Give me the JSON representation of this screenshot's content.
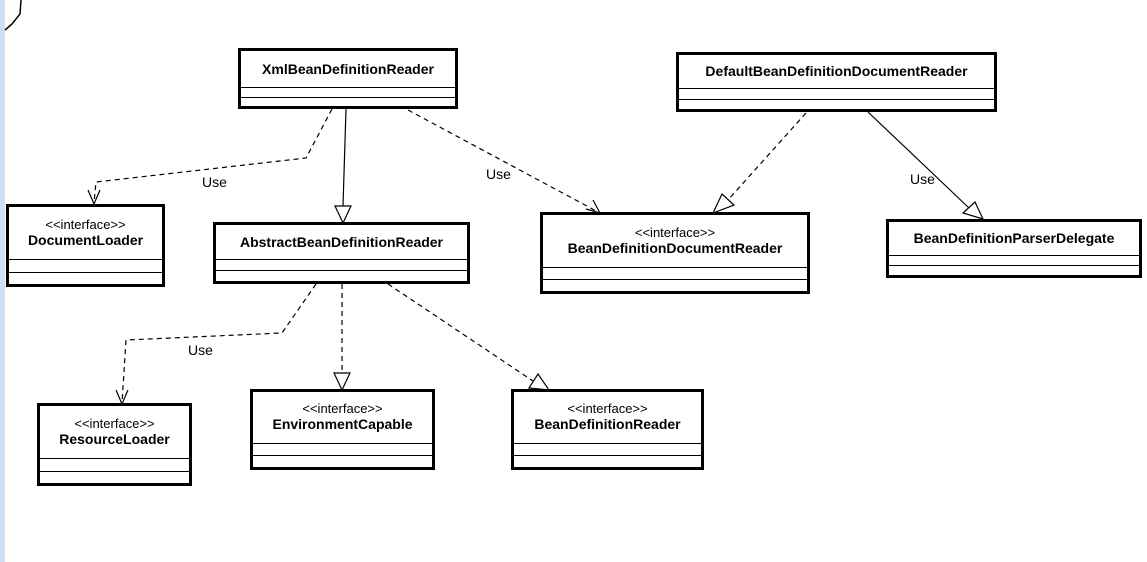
{
  "colors": {
    "line": "#000000",
    "background": "#ffffff",
    "left_strip": "#cfe0f2"
  },
  "classes": {
    "xml_reader": {
      "name": "XmlBeanDefinitionReader",
      "stereotype": ""
    },
    "default_doc_reader": {
      "name": "DefaultBeanDefinitionDocumentReader",
      "stereotype": ""
    },
    "document_loader": {
      "name": "DocumentLoader",
      "stereotype": "<<interface>>"
    },
    "abstract_reader": {
      "name": "AbstractBeanDefinitionReader",
      "stereotype": ""
    },
    "doc_reader_iface": {
      "name": "BeanDefinitionDocumentReader",
      "stereotype": "<<interface>>"
    },
    "parser_delegate": {
      "name": "BeanDefinitionParserDelegate",
      "stereotype": ""
    },
    "resource_loader": {
      "name": "ResourceLoader",
      "stereotype": "<<interface>>"
    },
    "env_capable": {
      "name": "EnvironmentCapable",
      "stereotype": "<<interface>>"
    },
    "bean_def_reader": {
      "name": "BeanDefinitionReader",
      "stereotype": "<<interface>>"
    }
  },
  "relations": [
    {
      "from": "XmlBeanDefinitionReader",
      "to": "DocumentLoader",
      "kind": "dependency",
      "label": "Use"
    },
    {
      "from": "XmlBeanDefinitionReader",
      "to": "AbstractBeanDefinitionReader",
      "kind": "generalization",
      "label": ""
    },
    {
      "from": "XmlBeanDefinitionReader",
      "to": "BeanDefinitionDocumentReader",
      "kind": "dependency",
      "label": "Use"
    },
    {
      "from": "DefaultBeanDefinitionDocumentReader",
      "to": "BeanDefinitionDocumentReader",
      "kind": "realization",
      "label": ""
    },
    {
      "from": "DefaultBeanDefinitionDocumentReader",
      "to": "BeanDefinitionParserDelegate",
      "kind": "association",
      "label": "Use"
    },
    {
      "from": "AbstractBeanDefinitionReader",
      "to": "ResourceLoader",
      "kind": "dependency",
      "label": "Use"
    },
    {
      "from": "AbstractBeanDefinitionReader",
      "to": "EnvironmentCapable",
      "kind": "realization",
      "label": ""
    },
    {
      "from": "AbstractBeanDefinitionReader",
      "to": "BeanDefinitionReader",
      "kind": "realization",
      "label": ""
    }
  ]
}
